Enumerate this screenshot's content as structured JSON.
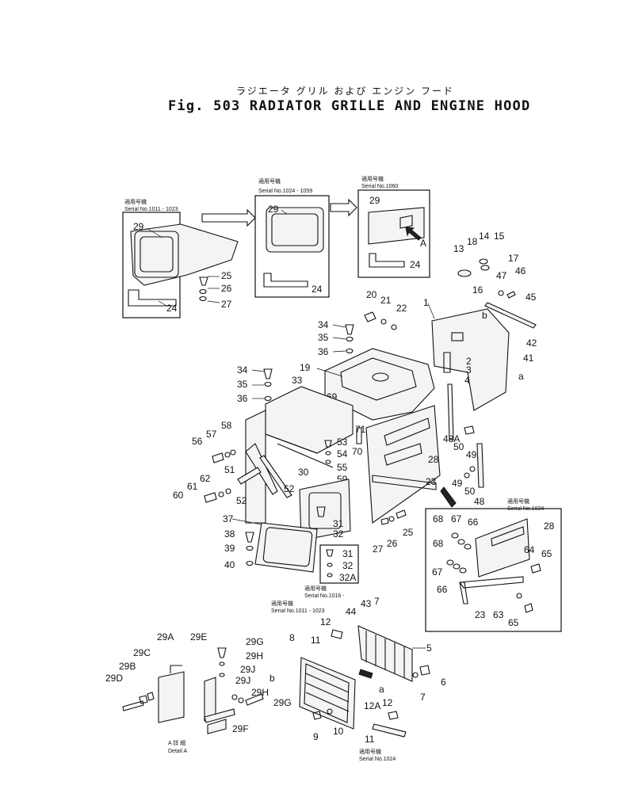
{
  "title": {
    "japanese": "ラジエータ グリル および エンジン フード",
    "figure": "Fig. 503  RADIATOR GRILLE AND ENGINE HOOD"
  },
  "serial_boxes": {
    "box1": {
      "caption": "適用号機",
      "serial": "Serial No.1011 - 1023"
    },
    "box2": {
      "caption": "適用号機",
      "serial": "Serial No.1024 - 1059"
    },
    "box3": {
      "caption": "適用号機",
      "serial": "Serial No.1060"
    },
    "box4": {
      "caption": "適用号機",
      "serial": "Serial No.1016 -"
    },
    "box5": {
      "caption": "適用号機",
      "serial": "Serial No.1024 -"
    },
    "box6": {
      "caption": "適用号機",
      "serial": "Serial No.1011 - 1023"
    },
    "box7": {
      "caption": "適用号機",
      "serial": "Serial No.1024"
    }
  },
  "detail": {
    "label_jp": "A 詳 細",
    "label_en": "Detail A"
  },
  "callouts": {
    "c1": "1",
    "c2": "2",
    "c3": "3",
    "c4": "4",
    "c5": "5",
    "c6": "6",
    "c7": "7",
    "c7b": "7",
    "c8": "8",
    "c9": "9",
    "c10": "10",
    "c11": "11",
    "c11b": "11",
    "c12": "12",
    "c12b": "12",
    "c12a": "12A",
    "c13": "13",
    "c14": "14",
    "c15": "15",
    "c16": "16",
    "c17": "17",
    "c18": "18",
    "c19": "19",
    "c20": "20",
    "c21": "21",
    "c22": "22",
    "c23": "23",
    "c23b": "23",
    "c24a": "24",
    "c24b": "24",
    "c24c": "24",
    "c25a": "25",
    "c25b": "25",
    "c26a": "26",
    "c26b": "26",
    "c27a": "27",
    "c27b": "27",
    "c28": "28",
    "c28b": "28",
    "c29a": "29",
    "c29b": "29",
    "c29c": "29",
    "c29A": "29A",
    "c29B": "29B",
    "c29C": "29C",
    "c29D": "29D",
    "c29E": "29E",
    "c29F": "29F",
    "c29G": "29G",
    "c29Gb": "29G",
    "c29H": "29H",
    "c29Hb": "29H",
    "c29J": "29J",
    "c29Jb": "29J",
    "c30": "30",
    "c31": "31",
    "c31b": "31",
    "c32": "32",
    "c32b": "32",
    "c32A": "32A",
    "c33": "33",
    "c34a": "34",
    "c34b": "34",
    "c35a": "35",
    "c35b": "35",
    "c36a": "36",
    "c36b": "36",
    "c37": "37",
    "c38": "38",
    "c39": "39",
    "c40": "40",
    "c41": "41",
    "c42": "42",
    "c43": "43",
    "c44": "44",
    "c45": "45",
    "c46": "46",
    "c47": "47",
    "c48": "48",
    "c48A": "48A",
    "c49a": "49",
    "c49b": "49",
    "c50a": "50",
    "c50b": "50",
    "c51": "51",
    "c52a": "52",
    "c52b": "52",
    "c53": "53",
    "c54": "54",
    "c55": "55",
    "c56": "56",
    "c57": "57",
    "c58": "58",
    "c59": "59",
    "c60": "60",
    "c61": "61",
    "c62": "62",
    "c63": "63",
    "c64": "64",
    "c65a": "65",
    "c65b": "65",
    "c66a": "66",
    "c66b": "66",
    "c67a": "67",
    "c67b": "67",
    "c68a": "68",
    "c68b": "68",
    "c69": "69",
    "c70": "70",
    "c71": "71",
    "cA": "A",
    "ca1": "a",
    "ca2": "a",
    "cb1": "b",
    "cb2": "b"
  }
}
